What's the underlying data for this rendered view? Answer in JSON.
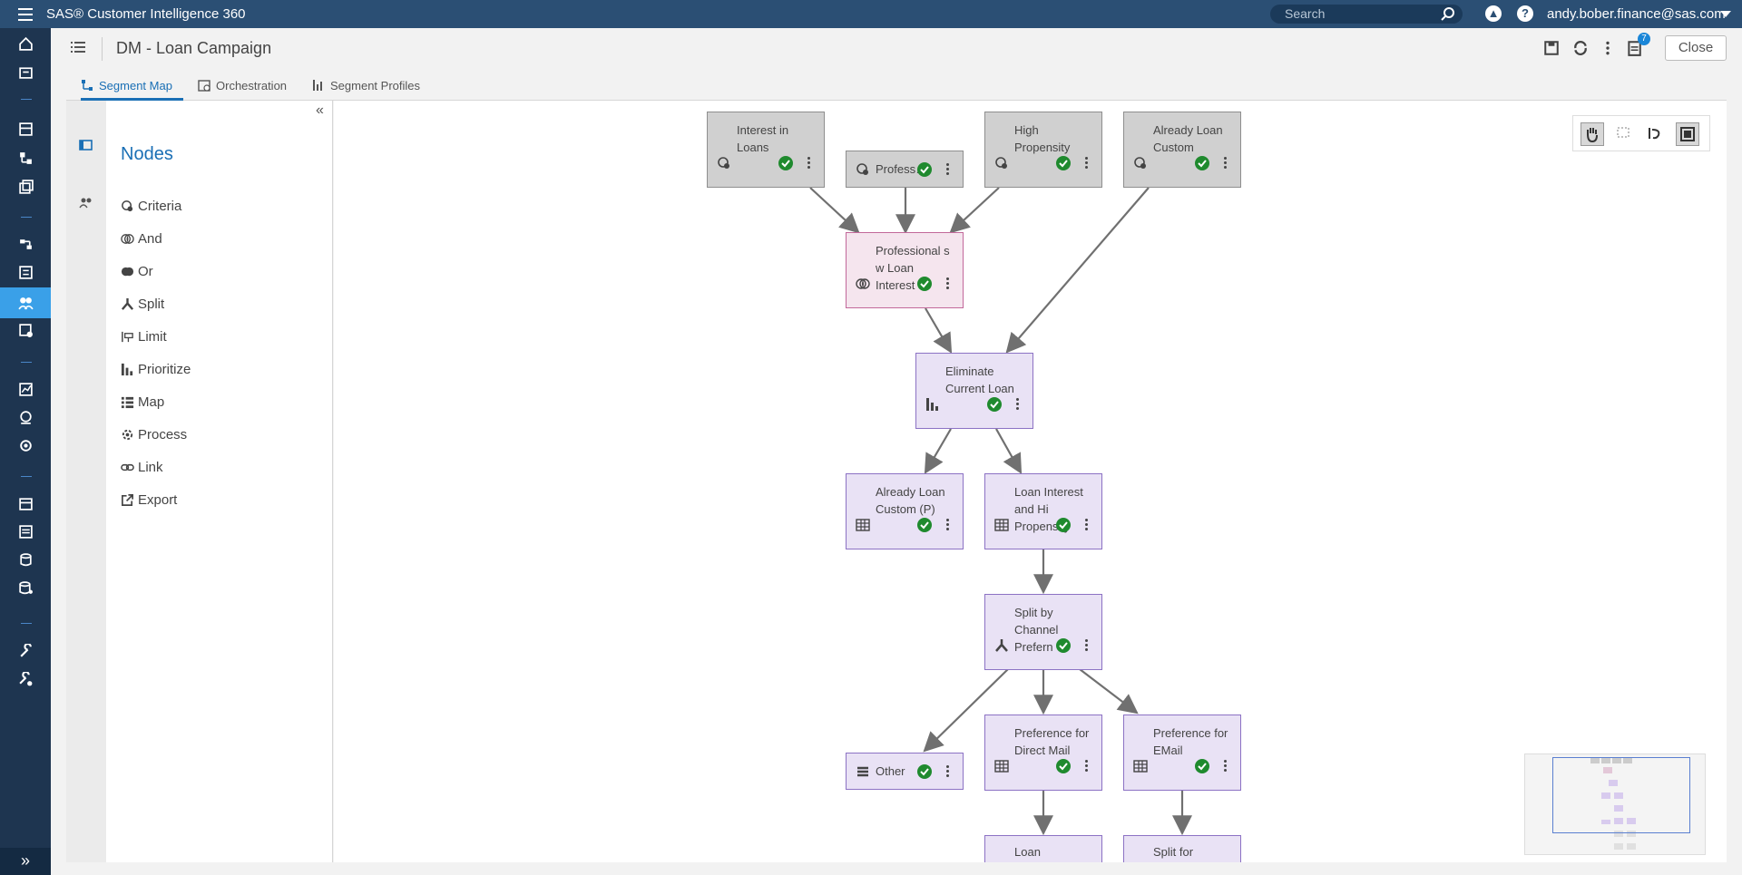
{
  "app": {
    "title": "SAS® Customer Intelligence 360"
  },
  "topbar": {
    "search_placeholder": "Search",
    "user": "andy.bober.finance@sas.com"
  },
  "header": {
    "title": "DM - Loan Campaign",
    "notification_count": "7",
    "close_label": "Close"
  },
  "tabs": [
    {
      "label": "Segment Map",
      "icon": "segment-map-icon",
      "active": true
    },
    {
      "label": "Orchestration",
      "icon": "orchestration-icon",
      "active": false
    },
    {
      "label": "Segment Profiles",
      "icon": "bar-chart-icon",
      "active": false
    }
  ],
  "panel": {
    "collapse_label": "«",
    "heading": "Nodes",
    "items": [
      {
        "label": "Criteria",
        "icon": "criteria-icon"
      },
      {
        "label": "And",
        "icon": "and-icon"
      },
      {
        "label": "Or",
        "icon": "or-icon"
      },
      {
        "label": "Split",
        "icon": "split-icon"
      },
      {
        "label": "Limit",
        "icon": "limit-icon"
      },
      {
        "label": "Prioritize",
        "icon": "prioritize-icon"
      },
      {
        "label": "Map",
        "icon": "map-icon"
      },
      {
        "label": "Process",
        "icon": "process-icon"
      },
      {
        "label": "Link",
        "icon": "link-icon"
      },
      {
        "label": "Export",
        "icon": "export-icon"
      }
    ]
  },
  "map_nodes": {
    "interest": {
      "label": "Interest in Loans",
      "type": "criteria",
      "status": "ok"
    },
    "professional": {
      "label": "Profess…",
      "type": "criteria",
      "status": "ok"
    },
    "high_propensity": {
      "label": "High Propensity",
      "type": "criteria",
      "status": "ok"
    },
    "already_loan": {
      "label": "Already Loan Custom",
      "type": "criteria",
      "status": "ok"
    },
    "prof_loan_interest": {
      "label": "Professional s w Loan Interest",
      "type": "and",
      "status": "ok"
    },
    "eliminate": {
      "label": "Eliminate Current Loan",
      "type": "prioritize",
      "status": "ok"
    },
    "already_loan_p": {
      "label": "Already Loan Custom (P)",
      "type": "map",
      "status": "ok"
    },
    "loan_interest_hi": {
      "label": "Loan Interest and Hi Propensity",
      "type": "map",
      "status": "ok"
    },
    "split_channel": {
      "label": "Split by Channel Prefern",
      "type": "split",
      "status": "ok"
    },
    "other": {
      "label": "Other",
      "type": "remainder",
      "status": "ok"
    },
    "pref_direct_mail": {
      "label": "Preference for Direct Mail",
      "type": "map",
      "status": "ok"
    },
    "pref_email": {
      "label": "Preference for EMail",
      "type": "map",
      "status": "ok"
    },
    "loan_bottom": {
      "label": "Loan",
      "type": "map",
      "status": ""
    },
    "split_for": {
      "label": "Split for",
      "type": "split",
      "status": ""
    }
  },
  "colors": {
    "topbar": "#2b4f74",
    "leftnav": "#1e3550",
    "accent": "#1a6fb5",
    "node_gray": "#d0d0d0",
    "node_pink": "#f5e5ee",
    "node_purple": "#e9e2f5",
    "check": "#1f8a2e"
  }
}
